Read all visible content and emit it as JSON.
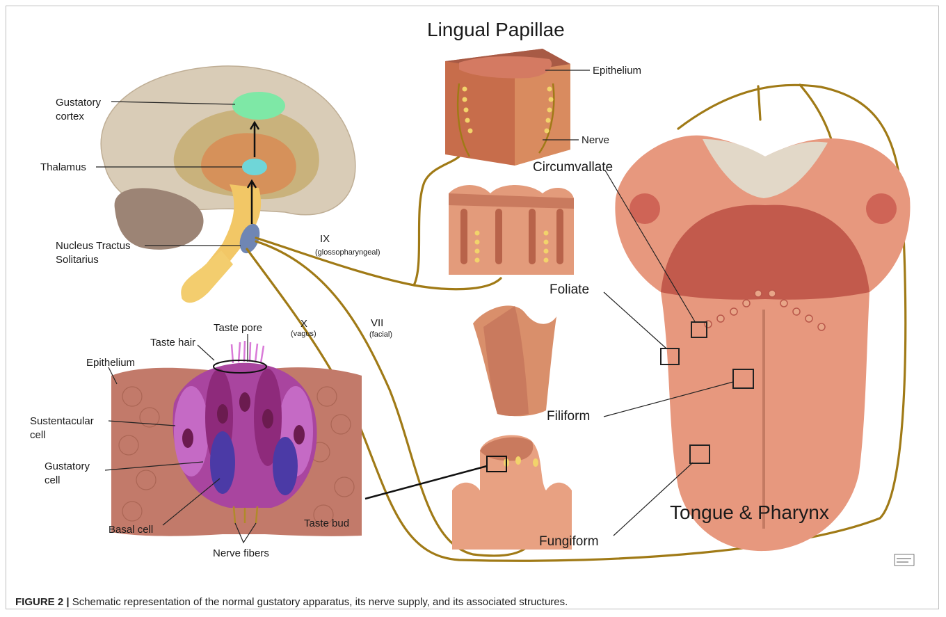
{
  "title": "Lingual Papillae",
  "tongue_title": "Tongue & Pharynx",
  "brain": {
    "gustatory_cortex": [
      "Gustatory",
      "cortex"
    ],
    "thalamus": "Thalamus",
    "nts": [
      "Nucleus Tractus",
      "Solitarius"
    ]
  },
  "nerves": {
    "ix": "IX",
    "ix_name": "(glossopharyngeal)",
    "x": "X",
    "x_name": "(vagus)",
    "vii": "VII",
    "vii_name": "(facial)"
  },
  "papillae": {
    "epithelium": "Epithelium",
    "nerve": "Nerve"
  },
  "tongue": {
    "circumvallate": "Circumvallate",
    "foliate": "Foliate",
    "filiform": "Filiform",
    "fungiform": "Fungiform"
  },
  "taste_bud": {
    "taste_pore": "Taste pore",
    "taste_hair": "Taste hair",
    "epithelium": "Epithelium",
    "sustentacular": [
      "Sustentacular",
      "cell"
    ],
    "gustatory": [
      "Gustatory",
      "cell"
    ],
    "basal": "Basal cell",
    "nerve_fibers": "Nerve fibers",
    "taste_bud": "Taste bud"
  },
  "signature": "",
  "caption": {
    "label": "FIGURE 2 |",
    "text": " Schematic representation of the normal gustatory apparatus, its nerve supply, and its associated structures."
  },
  "colors": {
    "nerve": "#a07a16",
    "tongue": "#e7987e",
    "cortex_marker": "#7ee8a6",
    "thalamus_marker": "#6fd6d8",
    "nts_marker": "#6f86b4",
    "taste_cell": "#b24fb0"
  }
}
